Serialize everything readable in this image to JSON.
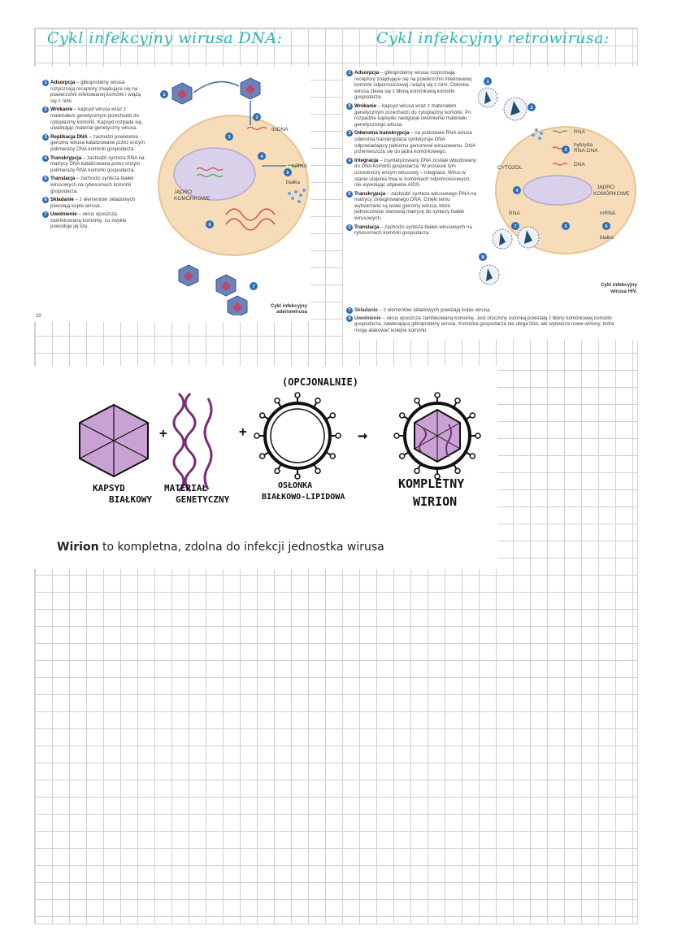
{
  "titles": {
    "left": "Cykl infekcyjny wirusa DNA:",
    "right": "Cykl infekcyjny retrowirusa:"
  },
  "dna_panel": {
    "steps": [
      {
        "n": "1",
        "name": "Adsorpcja",
        "text": "– glikoproteiny wirusa rozpoznają receptory znajdujące się na powierzchni infekowanej komórki i wiążą się z nimi."
      },
      {
        "n": "2",
        "name": "Wnikanie",
        "text": "– kapsyd wirusa wraz z materiałem genetycznym przechodzi do cytoplazmy komórki. Kapsyd rozpada się, uwalniając materiał genetyczny wirusa."
      },
      {
        "n": "3",
        "name": "Replikacja DNA",
        "text": "– zachodzi powielenie genomu wirusa katalizowane przez enzym polimerazę DNA komórki gospodarza."
      },
      {
        "n": "4",
        "name": "Transkrypcja",
        "text": "– zachodzi synteza RNA na matrycy DNA katalizowana przez enzym polimerazę RNA komórki gospodarza."
      },
      {
        "n": "5",
        "name": "Translacja",
        "text": "– zachodzi synteza białek wirusowych na rybosomach komórki gospodarza."
      },
      {
        "n": "6",
        "name": "Składanie",
        "text": "– z elementów składowych powstają kopie wirusa."
      },
      {
        "n": "7",
        "name": "Uwolnienie",
        "text": "– wirus opuszcza zainfekowaną komórkę, co zwykle powoduje jej lizę."
      }
    ],
    "labels": {
      "dsdna": "dsDNA",
      "mrna": "mRNA",
      "bialka": "białka",
      "nucleus_line1": "JĄDRO",
      "nucleus_line2": "KOMÓRKOWE",
      "caption_line1": "Cykl infekcyjny",
      "caption_line2": "adenowirusa"
    },
    "page_number": "10"
  },
  "retro_panel": {
    "steps": [
      {
        "n": "1",
        "name": "Adsorpcja",
        "text": "– glikoproteiny wirusa rozpoznają receptory znajdujące się na powierzchni infekowanej komórki odpornościowej i wiążą się z nimi. Osłonka wirusa zlewa się z błoną komórkową komórki gospodarza."
      },
      {
        "n": "2",
        "name": "Wnikanie",
        "text": "– kapsyd wirusa wraz z materiałem genetycznym przechodzi do cytoplazmy komórki. Po rozpadzie kapsydu następuje uwolnienie materiału genetycznego wirusa."
      },
      {
        "n": "3",
        "name": "Odwrotna transkrypcja",
        "text": "– na podstawie RNA wirusa odwrotna transkryptaza syntetyzuje DNA odpowiadający pełnemu genomowi wirusowemu. DNA przemieszcza się do jądra komórkowego."
      },
      {
        "n": "4",
        "name": "Integracja",
        "text": "– zsyntetyzowany DNA zostaje wbudowany do DNA komórki gospodarza. W procesie tym uczestniczy enzym wirusowy – integraza. Wirus w stanie utajenia trwa w komórkach odpornościowych, nie wywołując objawów AIDS."
      },
      {
        "n": "5",
        "name": "Transkrypcja",
        "text": "– zachodzi synteza wirusowego RNA na matrycy zintegrowanego DNA. Dzięki temu wytwarzane są nowe genomy wirusa, które jednocześnie stanowią matrycę do syntezy białek wirusowych."
      },
      {
        "n": "6",
        "name": "Translacja",
        "text": "– zachodzi synteza białek wirusowych na rybosomach komórki gospodarza."
      }
    ],
    "extra_steps": [
      {
        "n": "7",
        "name": "Składanie",
        "text": "– z elementów składowych powstają kopie wirusa."
      },
      {
        "n": "8",
        "name": "Uwolnienie",
        "text": "– wirus opuszcza zainfekowaną komórkę. Jest otoczony osłonką powstałą z błony komórkowej komórki gospodarza, zawierającą glikoproteiny wirusa. Komórka gospodarza nie ulega lizie, ale wytwarza nowe wiriony, które mogą atakować kolejne komórki."
      }
    ],
    "labels": {
      "rna": "RNA",
      "hybrid_line1": "hybryda",
      "hybrid_line2": "RNA-DNA",
      "dna": "DNA",
      "cytosol": "CYTOZOL",
      "nucleus_line1": "JĄDRO",
      "nucleus_line2": "KOMÓRKOWE",
      "rna2": "RNA",
      "mrna": "mRNA",
      "bialka": "białka",
      "caption_line1": "Cykl infekcyjny",
      "caption_line2": "wirusa HIV."
    }
  },
  "virion_diagram": {
    "optional": "(OPCJONALNIE)",
    "capsid_line1": "KAPSYD",
    "capsid_line2": "BIAŁKOWY",
    "genetic_line1": "MATERIAŁ",
    "genetic_line2": "GENETYCZNY",
    "envelope_line1": "OSŁONKA",
    "envelope_line2": "BIAŁKOWO-LIPIDOWA",
    "complete_line1": "KOMPLETNY",
    "complete_line2": "WIRION",
    "plus": "+",
    "arrow": "→"
  },
  "definition": {
    "term": "Wirion",
    "text": " to kompletna, zdolna do infekcji jednostka wirusa"
  },
  "colors": {
    "title": "#2bb3b1",
    "badge": "#2f6db5",
    "capsid": "#c9a2d3",
    "cell": "#f6dcb8",
    "nucleus": "#d9d0ea"
  }
}
